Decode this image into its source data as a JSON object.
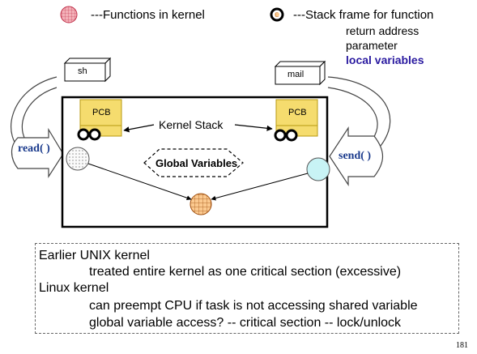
{
  "legend": {
    "functions": "---Functions in kernel",
    "stack_frame": "---Stack frame for function",
    "frame_items": [
      "return address",
      "parameter",
      "local variables"
    ]
  },
  "processes": {
    "left": "sh",
    "right": "mail"
  },
  "pcb_label": "PCB",
  "kernel_stack": "Kernel Stack",
  "global_variables": "Global Variables",
  "syscalls": {
    "left": "read( )",
    "right": "send( )"
  },
  "notes": [
    "Earlier UNIX  kernel",
    "treated entire kernel as one critical section (excessive)",
    "Linux kernel",
    "can preempt CPU if task is not accessing shared variable",
    "global variable access? --  critical section -- lock/unlock"
  ],
  "page_number": "181",
  "colors": {
    "accent_text": "#2a1aa0",
    "pcb_fill": "#f5dc6e",
    "pcb_border": "#b89a10",
    "left_func_fill": "#f0f0f0",
    "right_func_fill": "#c8f3f5",
    "center_func_fill": "#fbc98f",
    "legend_func_fill": "#f3b0b8"
  }
}
